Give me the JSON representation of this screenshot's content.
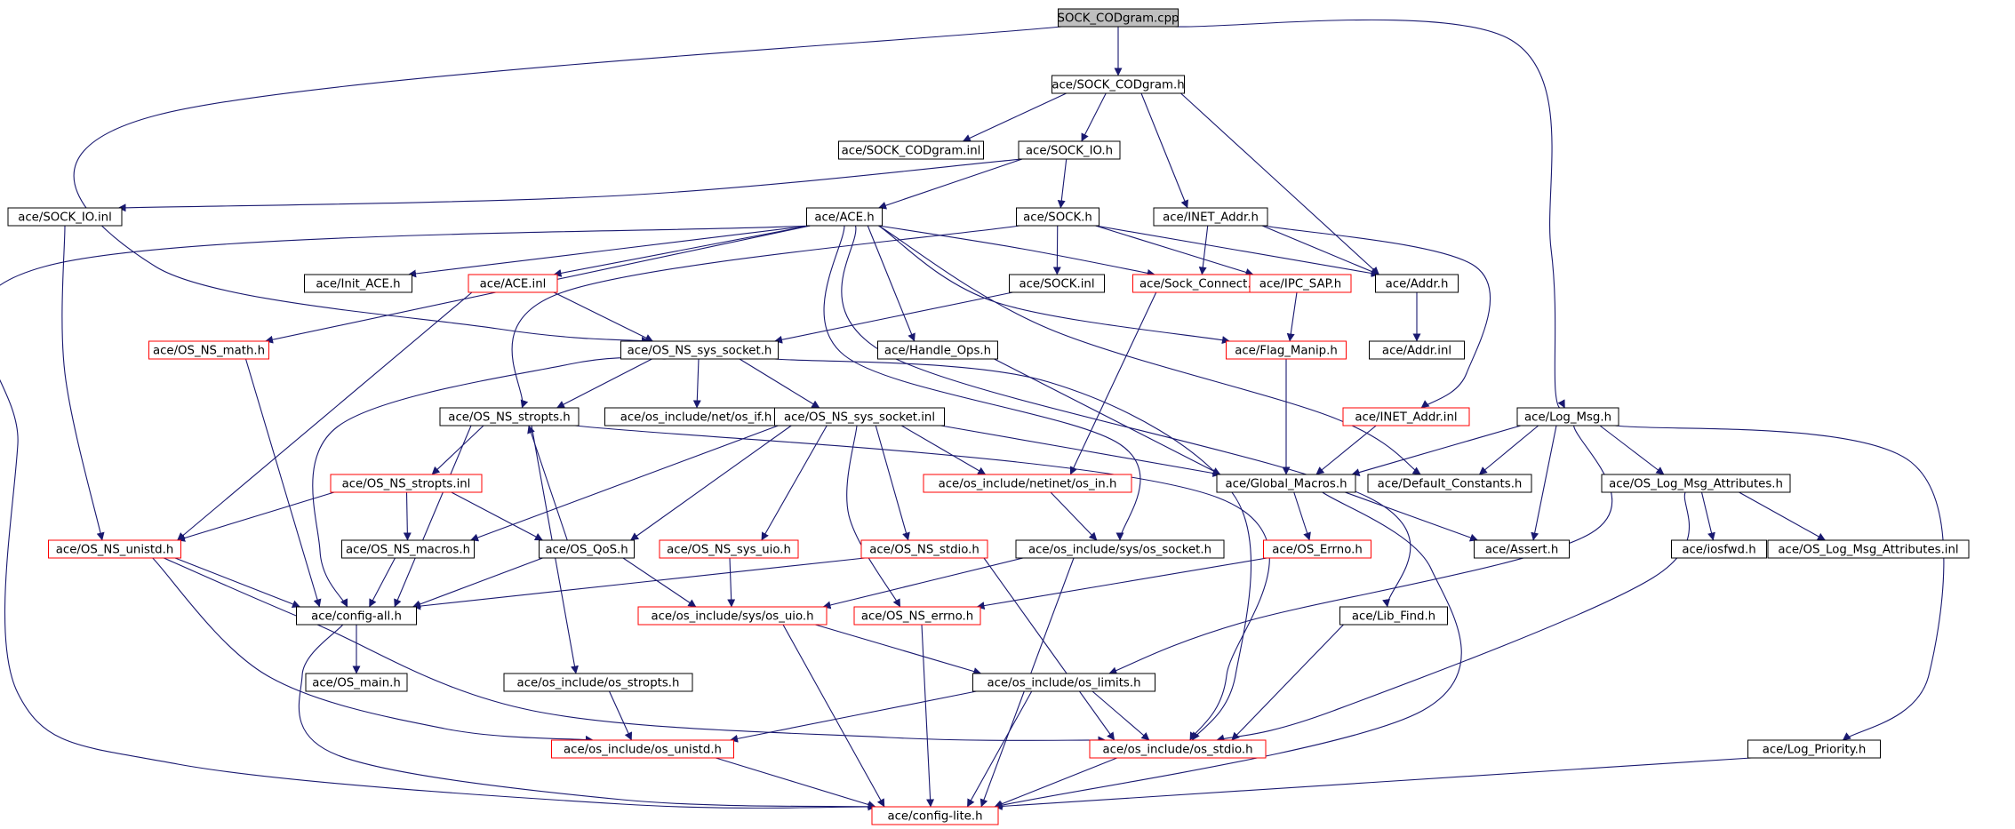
{
  "graph": {
    "root": "SOCK_CODgram.cpp",
    "colors": {
      "edge": "#191970",
      "node_border": "#000000",
      "incomplete_node_border": "#ff0000",
      "root_fill": "#bfbfbf",
      "node_fill": "#ffffff"
    },
    "nodes": [
      {
        "id": "root",
        "label": "SOCK_CODgram.cpp",
        "style": "root"
      },
      {
        "id": "sock_codgram_h",
        "label": "ace/SOCK_CODgram.h",
        "style": "normal"
      },
      {
        "id": "sock_codgram_inl",
        "label": "ace/SOCK_CODgram.inl",
        "style": "normal"
      },
      {
        "id": "sock_io_h",
        "label": "ace/SOCK_IO.h",
        "style": "normal"
      },
      {
        "id": "sock_io_inl",
        "label": "ace/SOCK_IO.inl",
        "style": "normal"
      },
      {
        "id": "ace_h",
        "label": "ace/ACE.h",
        "style": "normal"
      },
      {
        "id": "sock_h",
        "label": "ace/SOCK.h",
        "style": "normal"
      },
      {
        "id": "inet_addr_h",
        "label": "ace/INET_Addr.h",
        "style": "normal"
      },
      {
        "id": "init_ace_h",
        "label": "ace/Init_ACE.h",
        "style": "normal"
      },
      {
        "id": "ace_inl",
        "label": "ace/ACE.inl",
        "style": "incomplete"
      },
      {
        "id": "sock_inl",
        "label": "ace/SOCK.inl",
        "style": "normal"
      },
      {
        "id": "sock_connect_h",
        "label": "ace/Sock_Connect.h",
        "style": "incomplete"
      },
      {
        "id": "ipc_sap_h",
        "label": "ace/IPC_SAP.h",
        "style": "incomplete"
      },
      {
        "id": "addr_h",
        "label": "ace/Addr.h",
        "style": "normal"
      },
      {
        "id": "os_ns_math_h",
        "label": "ace/OS_NS_math.h",
        "style": "incomplete"
      },
      {
        "id": "os_ns_sys_socket_h",
        "label": "ace/OS_NS_sys_socket.h",
        "style": "normal"
      },
      {
        "id": "handle_ops_h",
        "label": "ace/Handle_Ops.h",
        "style": "normal"
      },
      {
        "id": "flag_manip_h",
        "label": "ace/Flag_Manip.h",
        "style": "incomplete"
      },
      {
        "id": "addr_inl",
        "label": "ace/Addr.inl",
        "style": "normal"
      },
      {
        "id": "os_ns_stropts_h",
        "label": "ace/OS_NS_stropts.h",
        "style": "normal"
      },
      {
        "id": "os_if_h",
        "label": "ace/os_include/net/os_if.h",
        "style": "normal"
      },
      {
        "id": "os_ns_sys_socket_inl",
        "label": "ace/OS_NS_sys_socket.inl",
        "style": "normal"
      },
      {
        "id": "inet_addr_inl",
        "label": "ace/INET_Addr.inl",
        "style": "incomplete"
      },
      {
        "id": "log_msg_h",
        "label": "ace/Log_Msg.h",
        "style": "normal"
      },
      {
        "id": "os_ns_stropts_inl",
        "label": "ace/OS_NS_stropts.inl",
        "style": "incomplete"
      },
      {
        "id": "os_in_h",
        "label": "ace/os_include/netinet/os_in.h",
        "style": "incomplete"
      },
      {
        "id": "global_macros_h",
        "label": "ace/Global_Macros.h",
        "style": "normal"
      },
      {
        "id": "default_constants_h",
        "label": "ace/Default_Constants.h",
        "style": "normal"
      },
      {
        "id": "os_log_msg_attributes_h",
        "label": "ace/OS_Log_Msg_Attributes.h",
        "style": "normal"
      },
      {
        "id": "os_ns_unistd_h",
        "label": "ace/OS_NS_unistd.h",
        "style": "incomplete"
      },
      {
        "id": "os_ns_macros_h",
        "label": "ace/OS_NS_macros.h",
        "style": "normal"
      },
      {
        "id": "os_qos_h",
        "label": "ace/OS_QoS.h",
        "style": "normal"
      },
      {
        "id": "os_ns_sys_uio_h",
        "label": "ace/OS_NS_sys_uio.h",
        "style": "incomplete"
      },
      {
        "id": "os_ns_stdio_h",
        "label": "ace/OS_NS_stdio.h",
        "style": "incomplete"
      },
      {
        "id": "os_socket_h",
        "label": "ace/os_include/sys/os_socket.h",
        "style": "normal"
      },
      {
        "id": "os_errno_h",
        "label": "ace/OS_Errno.h",
        "style": "incomplete"
      },
      {
        "id": "assert_h",
        "label": "ace/Assert.h",
        "style": "normal"
      },
      {
        "id": "iosfwd_h",
        "label": "ace/iosfwd.h",
        "style": "normal"
      },
      {
        "id": "os_log_msg_attributes_inl",
        "label": "ace/OS_Log_Msg_Attributes.inl",
        "style": "normal"
      },
      {
        "id": "config_all_h",
        "label": "ace/config-all.h",
        "style": "normal"
      },
      {
        "id": "os_uio_h",
        "label": "ace/os_include/sys/os_uio.h",
        "style": "incomplete"
      },
      {
        "id": "os_ns_errno_h",
        "label": "ace/OS_NS_errno.h",
        "style": "incomplete"
      },
      {
        "id": "lib_find_h",
        "label": "ace/Lib_Find.h",
        "style": "normal"
      },
      {
        "id": "os_main_h",
        "label": "ace/OS_main.h",
        "style": "normal"
      },
      {
        "id": "os_stropts_h",
        "label": "ace/os_include/os_stropts.h",
        "style": "normal"
      },
      {
        "id": "os_limits_h",
        "label": "ace/os_include/os_limits.h",
        "style": "normal"
      },
      {
        "id": "os_unistd_h",
        "label": "ace/os_include/os_unistd.h",
        "style": "incomplete"
      },
      {
        "id": "os_stdio_h",
        "label": "ace/os_include/os_stdio.h",
        "style": "incomplete"
      },
      {
        "id": "log_priority_h",
        "label": "ace/Log_Priority.h",
        "style": "normal"
      },
      {
        "id": "config_lite_h",
        "label": "ace/config-lite.h",
        "style": "incomplete"
      }
    ]
  }
}
